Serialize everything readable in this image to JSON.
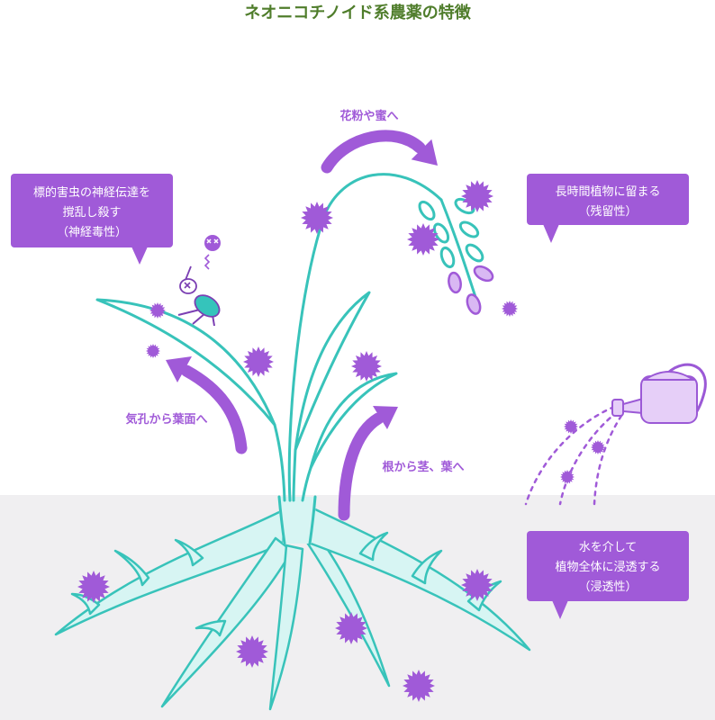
{
  "title": "ネオニコチノイド系農薬の特徴",
  "arrows": {
    "to_pollen": "花粉や蜜へ",
    "via_stomata": "気孔から葉面へ",
    "from_roots": "根から茎、葉へ"
  },
  "callouts": {
    "neurotoxicity": {
      "lines": [
        "標的害虫の神経伝達を",
        "撹乱し殺す",
        "（神経毒性）"
      ]
    },
    "residual": {
      "lines": [
        "長時間植物に留まる",
        "（残留性）"
      ]
    },
    "systemic": {
      "lines": [
        "水を介して",
        "植物全体に浸透する",
        "（浸透性）"
      ]
    }
  },
  "icons": {
    "pesticide": "starburst-particle-icon",
    "pest": "dead-insect-icon",
    "skull": "skull-icon",
    "watering_can": "watering-can-icon"
  },
  "colors": {
    "title": "#4f7d2b",
    "accent_purple": "#a05ad8",
    "plant_teal": "#38c3ba",
    "root_fill": "#d7f5f3",
    "ground": "#f0eff1",
    "can_fill": "#e6cff8"
  }
}
